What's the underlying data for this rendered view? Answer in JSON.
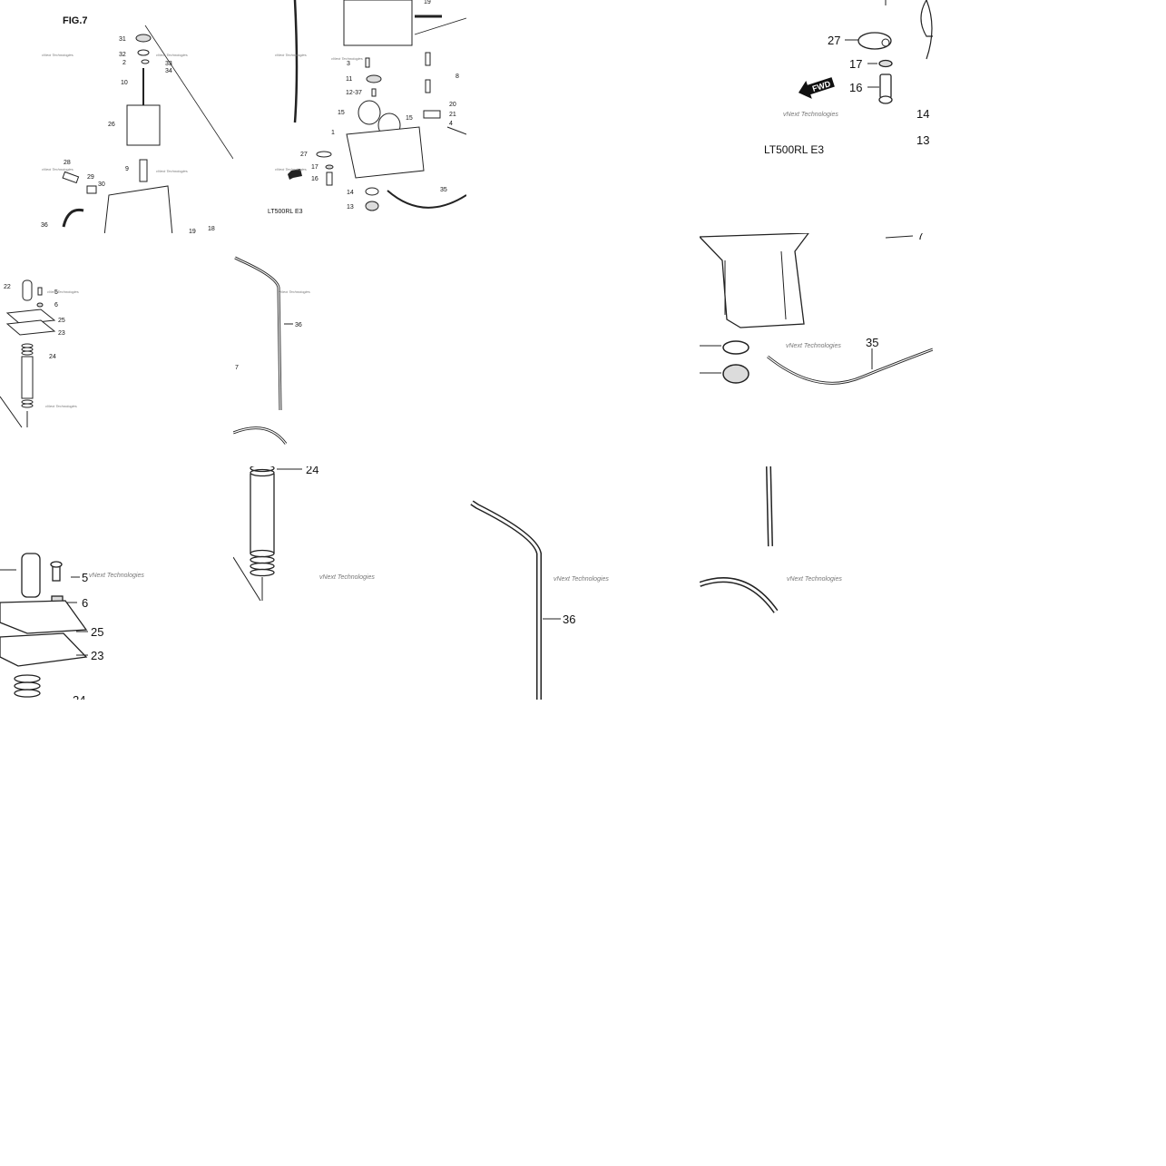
{
  "figure": {
    "fig_label": "FIG.7",
    "model_label": "LT500RL  E3",
    "fwd_label": "FWD",
    "watermark": "vNext Technologies"
  },
  "callouts": {
    "n1": "1",
    "n2": "2",
    "n3": "3",
    "n4": "4",
    "n5": "5",
    "n6": "6",
    "n7": "7",
    "n8": "8",
    "n9": "9",
    "n10": "10",
    "n11": "11",
    "n12_37": "12-37",
    "n13": "13",
    "n14": "14",
    "n15": "15",
    "n16": "16",
    "n17": "17",
    "n18": "18",
    "n19": "19",
    "n20": "20",
    "n21": "21",
    "n22": "22",
    "n23": "23",
    "n24": "24",
    "n25": "25",
    "n26": "26",
    "n27": "27",
    "n28": "28",
    "n29": "29",
    "n30": "30",
    "n31": "31",
    "n32": "32",
    "n33": "33",
    "n34": "34",
    "n35": "35",
    "n36": "36"
  },
  "colors": {
    "line": "#222222",
    "background": "#ffffff",
    "watermark": "#777777"
  }
}
